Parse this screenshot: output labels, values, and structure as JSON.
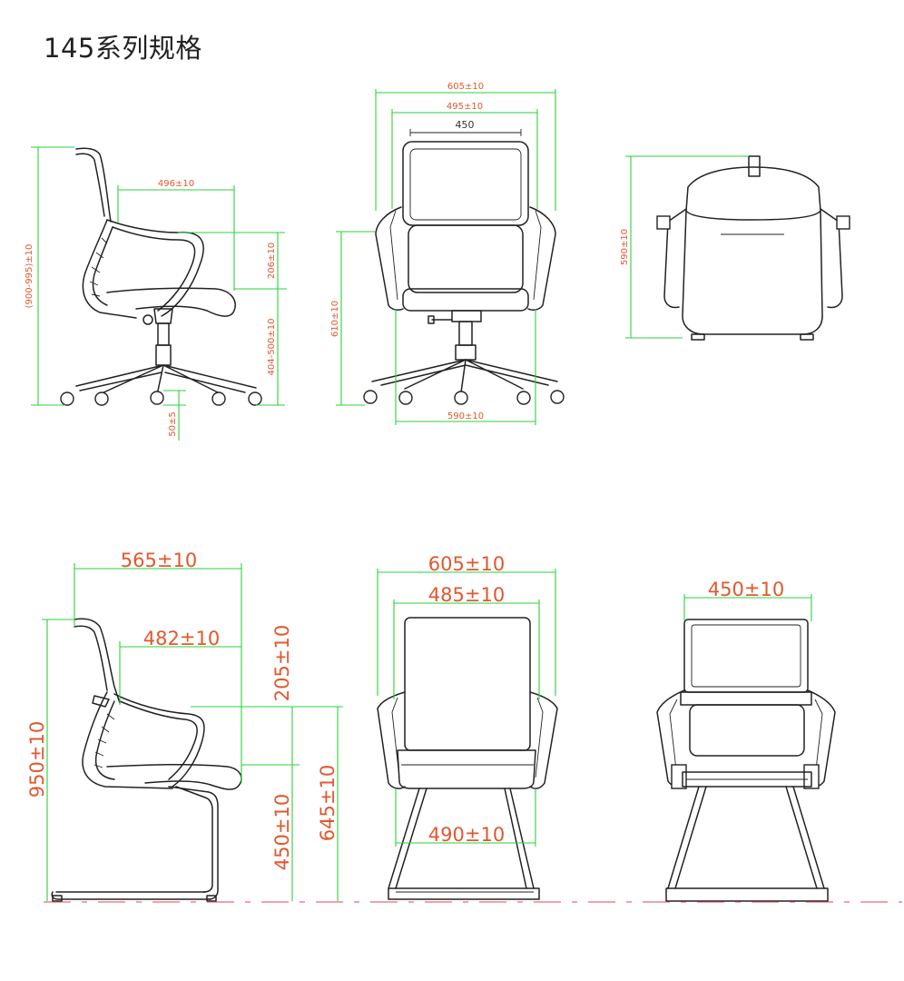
{
  "title": "145系列规格",
  "swivel_views": {
    "side": {
      "seat_depth": "496±10",
      "overall_height": "(900-995)±10",
      "arm_height": "206±10",
      "seat_height": "404-500±10",
      "caster_height": "50±5"
    },
    "front": {
      "overall_width": "605±10",
      "arm_width": "495±10",
      "back_width": "450",
      "back_height": "610±10",
      "base_width": "590±10"
    },
    "top": {
      "depth": "590±10"
    }
  },
  "sled_views": {
    "side": {
      "overall_depth": "565±10",
      "seat_depth": "482±10",
      "overall_height": "950±10",
      "arm_height": "205±10",
      "seat_height": "450±10",
      "arm_floor_height": "645±10"
    },
    "front": {
      "overall_width": "605±10",
      "inner_width": "485±10",
      "base_width": "490±10"
    },
    "back": {
      "back_width": "450±10"
    }
  },
  "colors": {
    "dimension_line": "#2bd23b",
    "dimension_text": "#e2572e",
    "drawing_line": "#222222",
    "ground_line": "#d9475a"
  }
}
